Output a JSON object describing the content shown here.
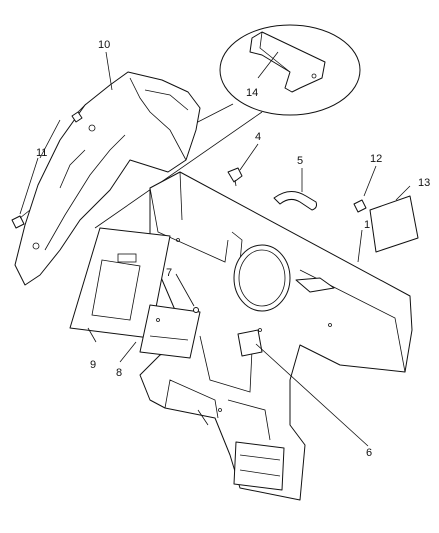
{
  "callouts": [
    "1",
    "4",
    "5",
    "6",
    "7",
    "8",
    "9",
    "10",
    "11",
    "12",
    "13",
    "14"
  ],
  "footer_text": ""
}
